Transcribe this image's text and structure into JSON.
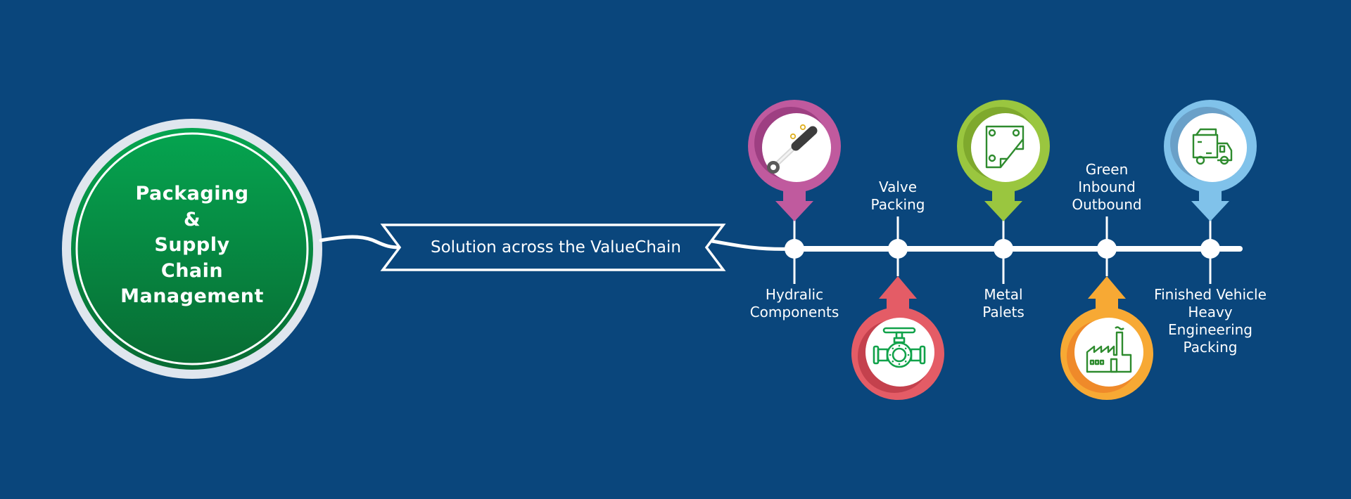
{
  "hub": {
    "lines": [
      "Packaging",
      "&",
      "Supply",
      "Chain",
      "Management"
    ],
    "colors": {
      "ring": "#dfe6ee",
      "top": "#05a550",
      "bottom": "#086b33"
    }
  },
  "banner": {
    "text": "Solution across the ValueChain"
  },
  "colors": {
    "background": "#0a467c",
    "line": "#ffffff",
    "icon": "#2e8b2e"
  },
  "stages": [
    {
      "id": "hydraulic",
      "label_lines": [
        "Hydralic",
        "Components"
      ],
      "pin": "top",
      "label_side": "bottom",
      "color": "#c05a9e",
      "shade": "#9e3f82",
      "icon": "hydraulic-cylinder-icon"
    },
    {
      "id": "valve",
      "label_lines": [
        "Valve",
        "Packing"
      ],
      "pin": "bottom",
      "label_side": "top",
      "color": "#e45c66",
      "shade": "#c4414d",
      "icon": "valve-icon"
    },
    {
      "id": "metal",
      "label_lines": [
        "Metal",
        "Palets"
      ],
      "pin": "top",
      "label_side": "bottom",
      "color": "#9ac63f",
      "shade": "#7fa92d",
      "icon": "metal-pallet-icon"
    },
    {
      "id": "green",
      "label_lines": [
        "Green",
        "Inbound",
        "Outbound"
      ],
      "pin": "bottom",
      "label_side": "top",
      "color": "#f7a934",
      "shade": "#ef8a2a",
      "icon": "factory-icon"
    },
    {
      "id": "vehicle",
      "label_lines": [
        "Finished Vehicle",
        "Heavy",
        "Engineering",
        "Packing"
      ],
      "pin": "top",
      "label_side": "bottom",
      "color": "#80c2ea",
      "shade": "#6aa0c8",
      "icon": "truck-icon"
    }
  ]
}
